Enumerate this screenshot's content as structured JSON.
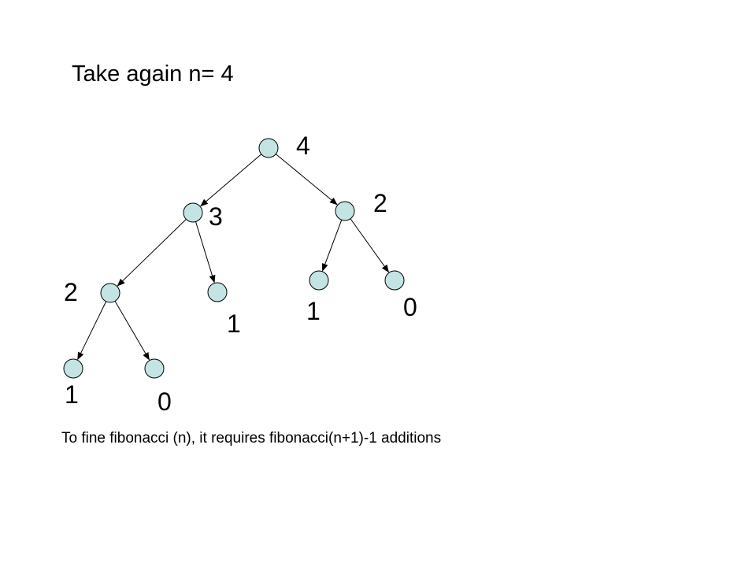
{
  "slide": {
    "title": "Take again n= 4",
    "caption": "To fine fibonacci (n), it requires fibonacci(n+1)-1 additions"
  },
  "tree": {
    "node_fill": "#c4e4e4",
    "node_stroke": "#000000",
    "edge_color": "#000000",
    "nodes": [
      {
        "id": "root",
        "label": "4"
      },
      {
        "id": "l",
        "label": "3"
      },
      {
        "id": "r",
        "label": "2"
      },
      {
        "id": "ll",
        "label": "2"
      },
      {
        "id": "lr",
        "label": "1"
      },
      {
        "id": "rl",
        "label": "1"
      },
      {
        "id": "rr",
        "label": "0"
      },
      {
        "id": "lll",
        "label": "1"
      },
      {
        "id": "llr",
        "label": "0"
      }
    ],
    "edges": [
      {
        "from": "root",
        "to": "l"
      },
      {
        "from": "root",
        "to": "r"
      },
      {
        "from": "l",
        "to": "ll"
      },
      {
        "from": "l",
        "to": "lr"
      },
      {
        "from": "r",
        "to": "rl"
      },
      {
        "from": "r",
        "to": "rr"
      },
      {
        "from": "ll",
        "to": "lll"
      },
      {
        "from": "ll",
        "to": "llr"
      }
    ]
  }
}
